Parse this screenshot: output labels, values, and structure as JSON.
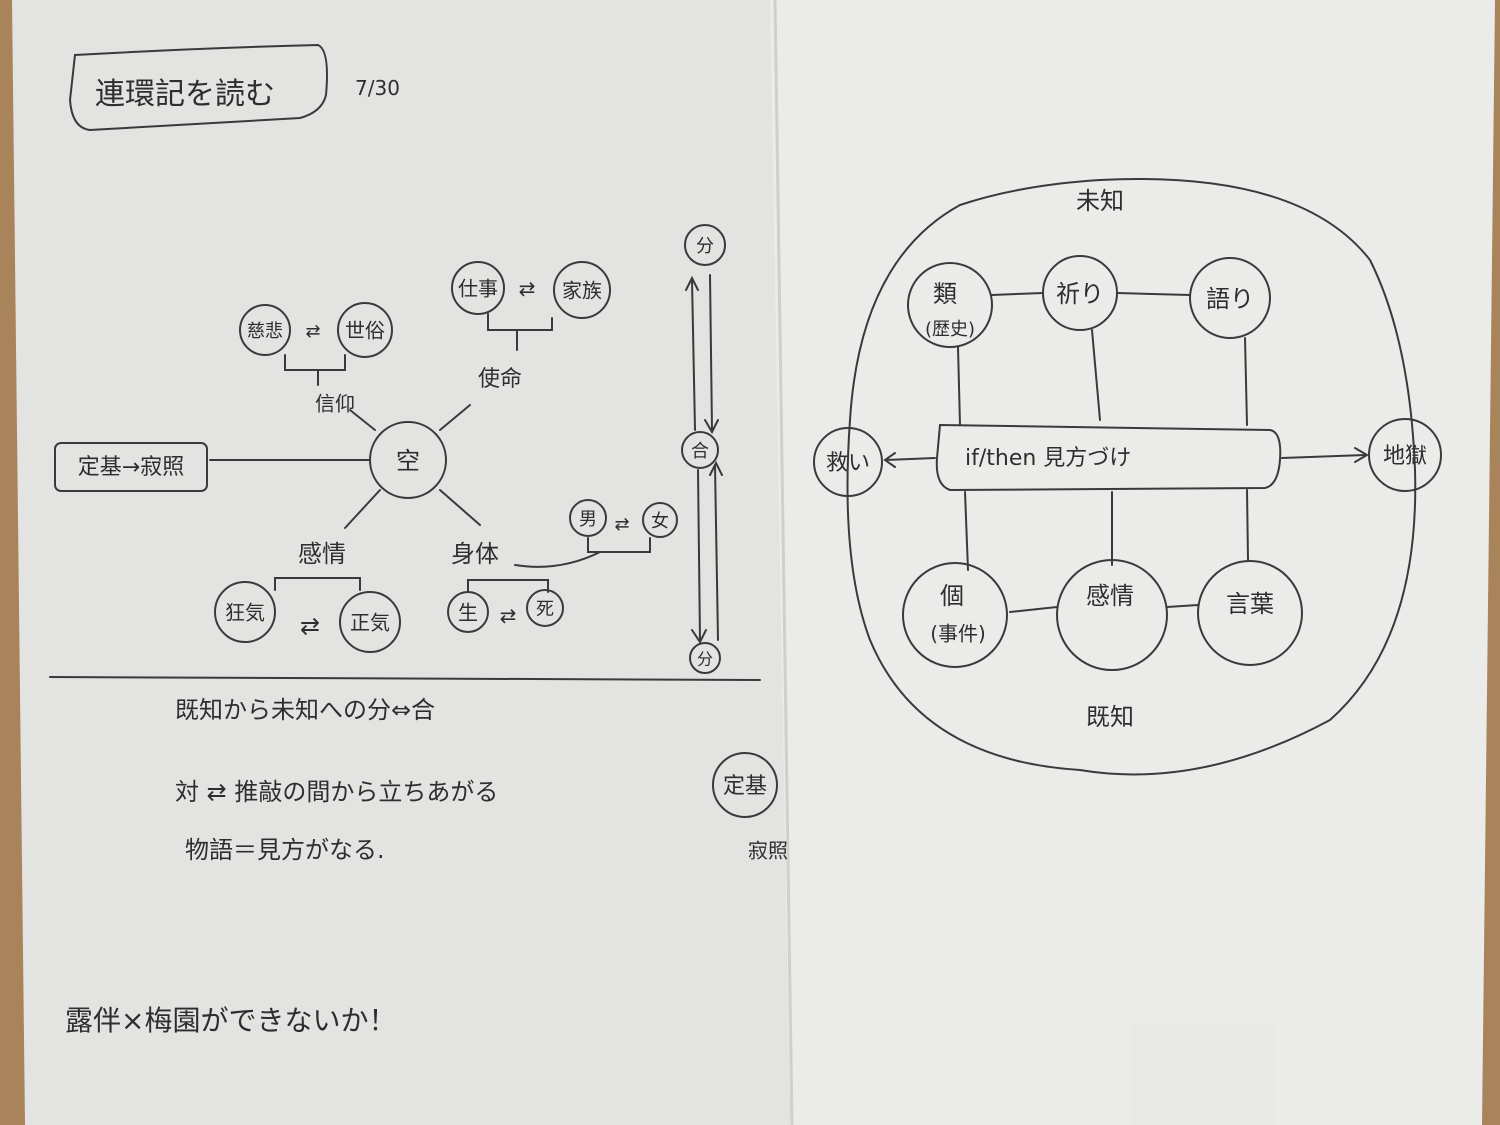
{
  "title": "連環記を読む",
  "date": "7/30",
  "left_diagram": {
    "center": "空",
    "belief_pair": [
      "慈悲",
      "世俗"
    ],
    "belief_label": "信仰",
    "mission_pair": [
      "仕事",
      "家族"
    ],
    "mission_label": "使命",
    "names_box": "定基→寂照",
    "emotion_label": "感情",
    "emotion_pair": [
      "狂気",
      "正気"
    ],
    "body_label": "身体",
    "body_pair": [
      "生",
      "死"
    ],
    "gender_pair": [
      "男",
      "女"
    ],
    "axis": [
      "分",
      "合",
      "分"
    ],
    "arrow": "⇄"
  },
  "notes": [
    "既知から未知への分⇔合",
    "対  ⇄  推敲の間から立ちあがる",
    "物語＝見方がなる."
  ],
  "side_notes": {
    "circle": "定基",
    "name": "寂照"
  },
  "footer_note": "露伴×梅園ができないか！",
  "right_diagram": {
    "top_label": "未知",
    "bottom_label": "既知",
    "top_nodes": [
      "類\n(歴史)",
      "祈り",
      "語り"
    ],
    "top_node_main": "類",
    "top_node_sub": "(歴史)",
    "bottom_node_main": "個",
    "bottom_node_sub": "(事件)",
    "bottom_nodes": [
      "感情",
      "言葉"
    ],
    "center_bar": "if/then 見方づけ",
    "left_end": "救い",
    "right_end": "地獄"
  }
}
